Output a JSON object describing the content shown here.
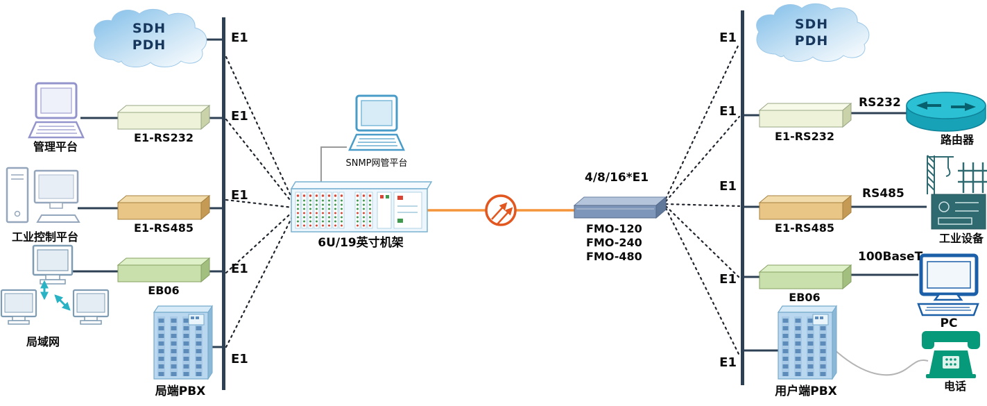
{
  "clouds": {
    "left": {
      "line1": "SDH",
      "line2": "PDH"
    },
    "right": {
      "line1": "SDH",
      "line2": "PDH"
    }
  },
  "left": {
    "e1": [
      "E1",
      "E1",
      "E1",
      "E1",
      "E1"
    ],
    "management_platform": "管理平台",
    "e1_rs232": "E1-RS232",
    "industrial_control_platform": "工业控制平台",
    "e1_rs485": "E1-RS485",
    "eb06": "EB06",
    "lan": "局域网",
    "pbx": "局端PBX"
  },
  "center": {
    "snmp_platform": "SNMP网管平台",
    "rack": "6U/19英寸机架",
    "e1_capacity": "4/8/16*E1",
    "fmo_models": [
      "FMO-120",
      "FMO-240",
      "FMO-480"
    ]
  },
  "right": {
    "e1": [
      "E1",
      "E1",
      "E1",
      "E1",
      "E1"
    ],
    "e1_rs232": "E1-RS232",
    "rs232": "RS232",
    "router": "路由器",
    "e1_rs485": "E1-RS485",
    "rs485": "RS485",
    "industrial_equipment": "工业设备",
    "eb06": "EB06",
    "ethernet": "100BaseT",
    "pc": "PC",
    "pbx": "用户端PBX",
    "phone": "电话"
  },
  "colors": {
    "bus_bar": "#2e4154",
    "fiber_line": "#f5953b",
    "fiber_symbol": "#e2571f",
    "rack_border": "#78b0d0",
    "fmo_body": "#7e96ba",
    "cloud_text": "#16365c"
  }
}
